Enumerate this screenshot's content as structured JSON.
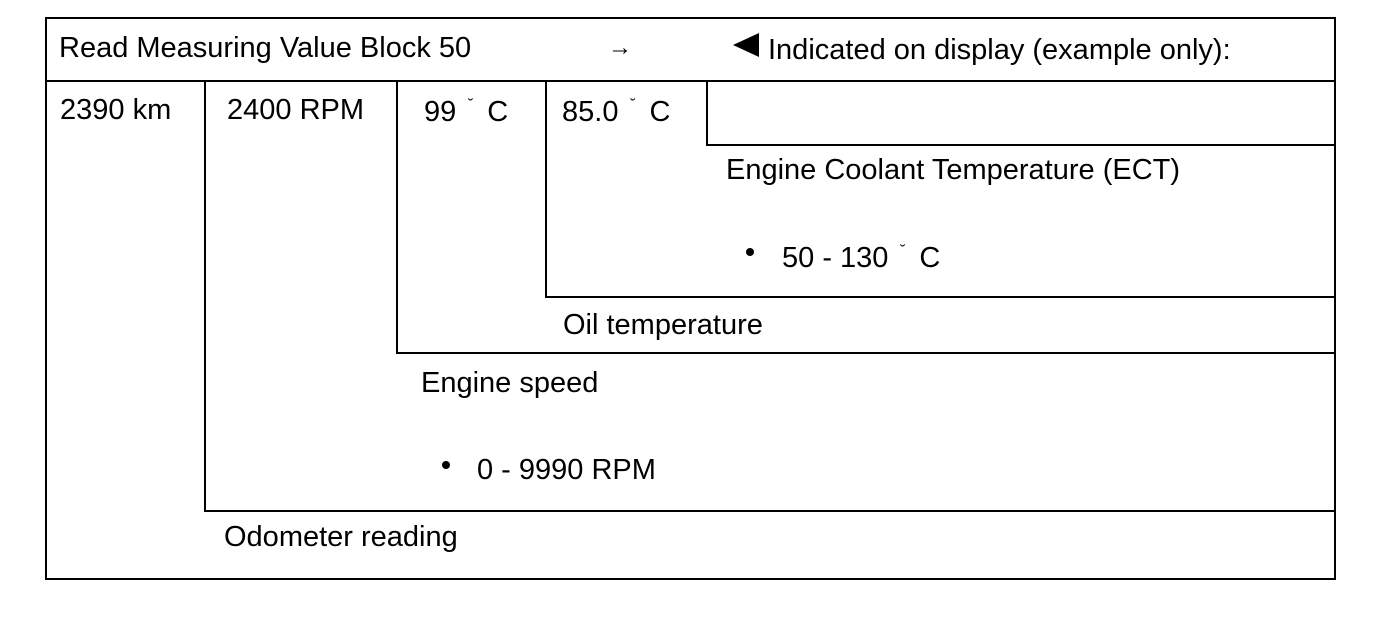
{
  "header": {
    "title": "Read Measuring Value Block 50",
    "arrow": "→",
    "indicated_label": "Indicated on display (example only):",
    "triangle_icon": "left-pointing-triangle"
  },
  "fields": {
    "odometer_value": "2390 km",
    "engine_speed_value": "2400 RPM",
    "oil_temp_value": "99",
    "oil_temp_unit": "C",
    "ect_value": "85.0",
    "ect_unit": "C",
    "degree_glyph": "˘"
  },
  "descriptions": {
    "ect_label": "Engine Coolant Temperature (ECT)",
    "ect_range_value": "50 - 130",
    "ect_range_unit": "C",
    "oil_label": "Oil temperature",
    "engine_speed_label": "Engine speed",
    "engine_speed_range": "0 - 9990 RPM",
    "odometer_label": "Odometer reading"
  }
}
